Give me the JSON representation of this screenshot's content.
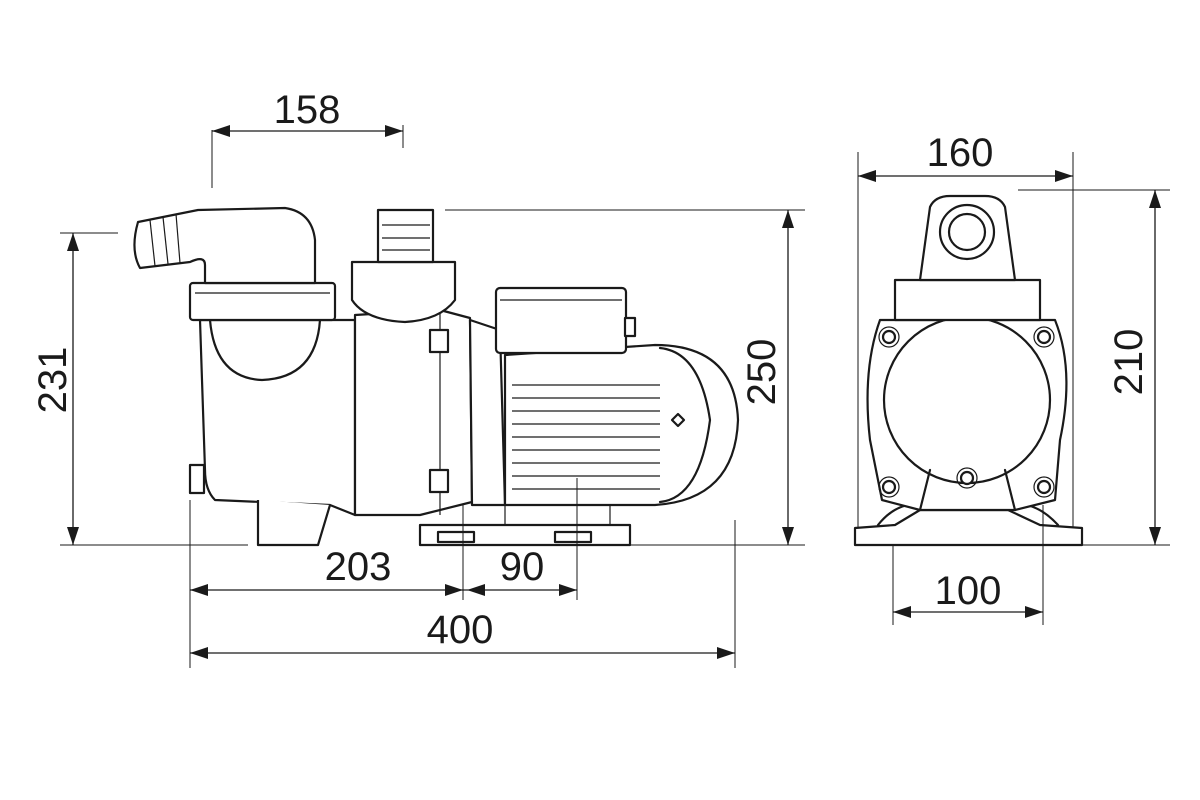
{
  "dimensions": {
    "side_top_width": "158",
    "side_height_left": "231",
    "side_height_right": "250",
    "side_base_203": "203",
    "side_base_90": "90",
    "side_total_length": "400",
    "front_width": "160",
    "front_height": "210",
    "front_base": "100"
  },
  "colors": {
    "line": "#1a1a1a",
    "background": "#ffffff"
  }
}
